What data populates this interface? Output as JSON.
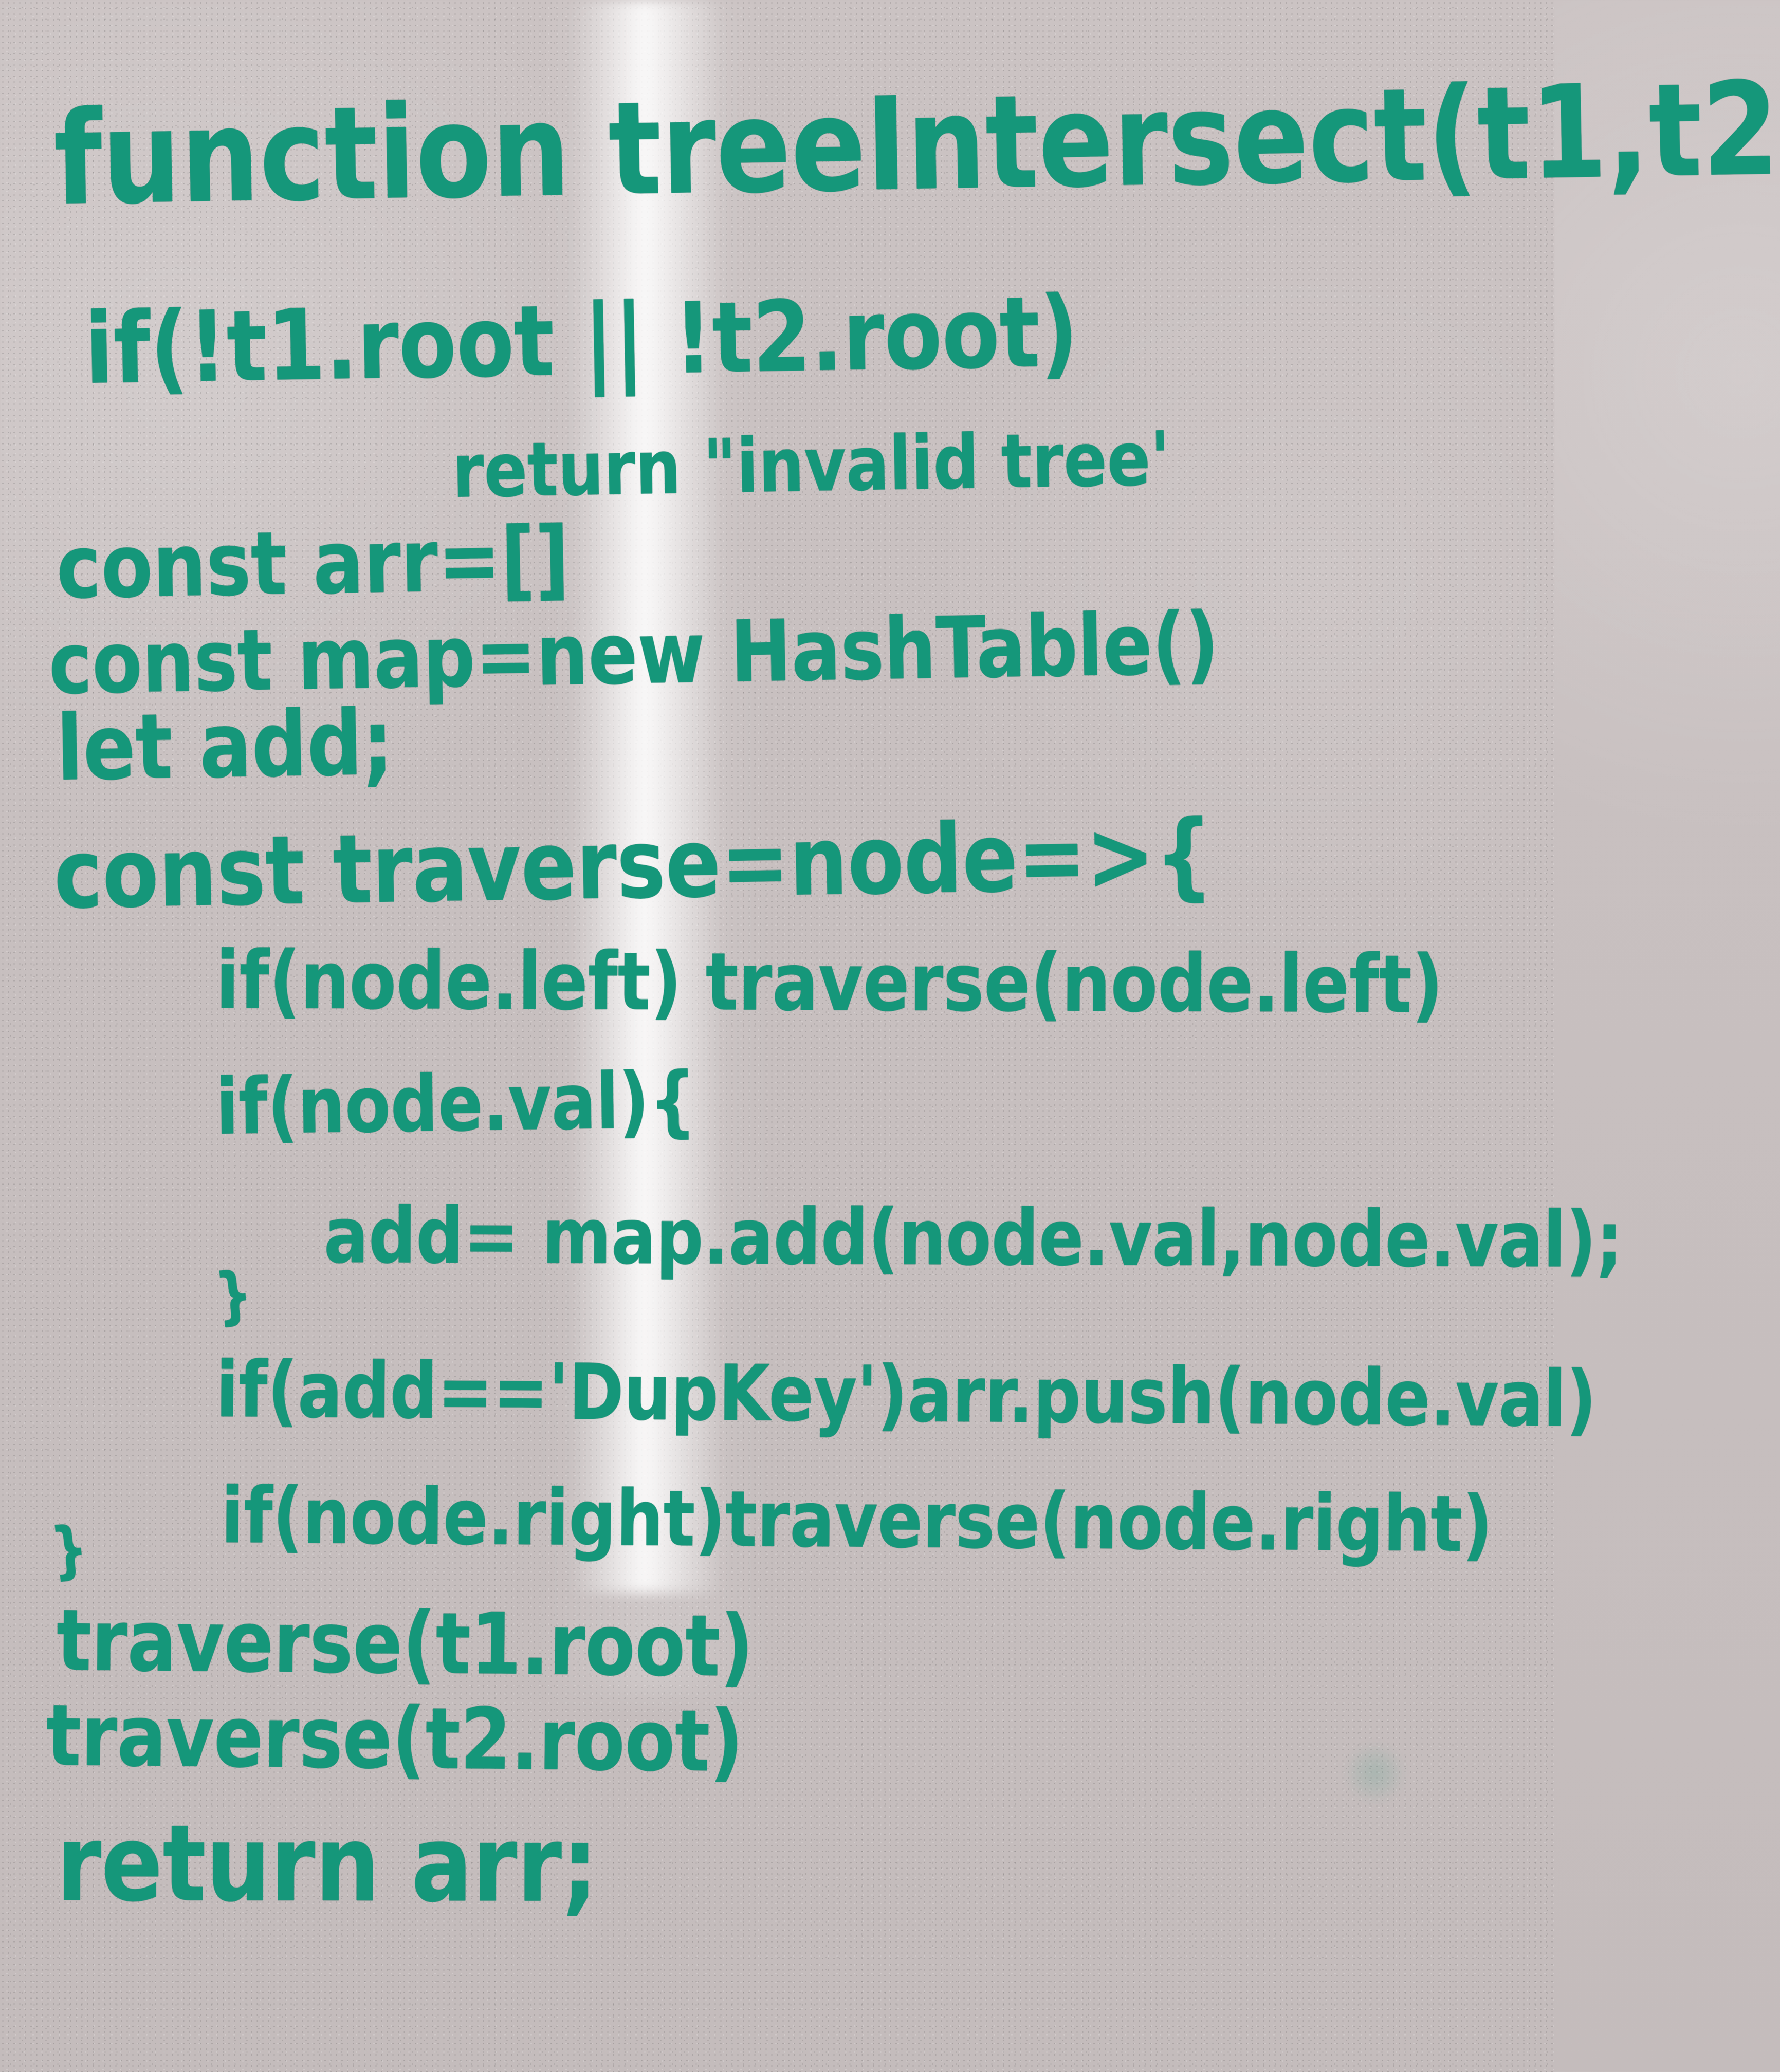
{
  "whiteboard": {
    "lines": [
      "function treeIntersect(t1,t2",
      "if(!t1.root || !t2.root)",
      "return \"invalid tree'",
      "const arr=[]",
      "const map=new HashTable()",
      "let add;",
      "const traverse=node=>{",
      "if(node.left) traverse(node.left)",
      "if(node.val){",
      "add= map.add(node.val,node.val);",
      "}",
      "if(add=='DupKey')arr.push(node.val)",
      "if(node.right)traverse(node.right)",
      "}",
      "traverse(t1.root)",
      "traverse(t2.root)",
      "return arr;"
    ],
    "ink_color": "#15977a",
    "surface_color": "#c8c0c0"
  }
}
